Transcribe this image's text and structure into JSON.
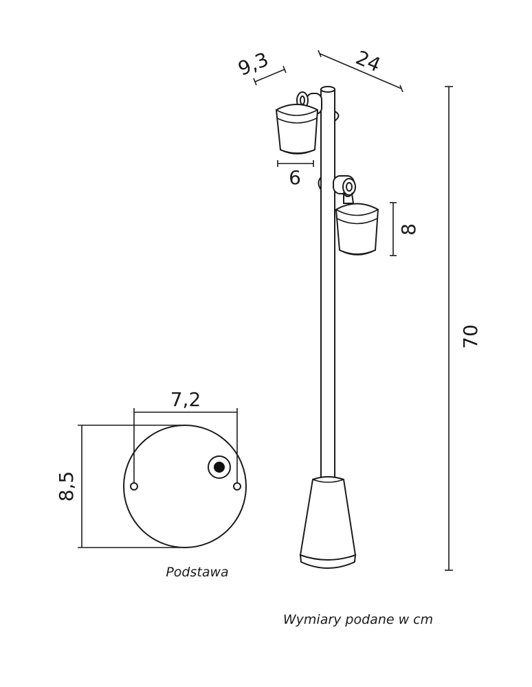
{
  "dimensions": {
    "shade_depth": "9,3",
    "arm_span": "24",
    "shade_width": "6",
    "shade_height": "8",
    "total_height": "70",
    "base_hole_spacing": "7,2",
    "base_diameter": "8,5"
  },
  "labels": {
    "base_caption": "Podstawa",
    "units_note": "Wymiary podane w cm"
  }
}
